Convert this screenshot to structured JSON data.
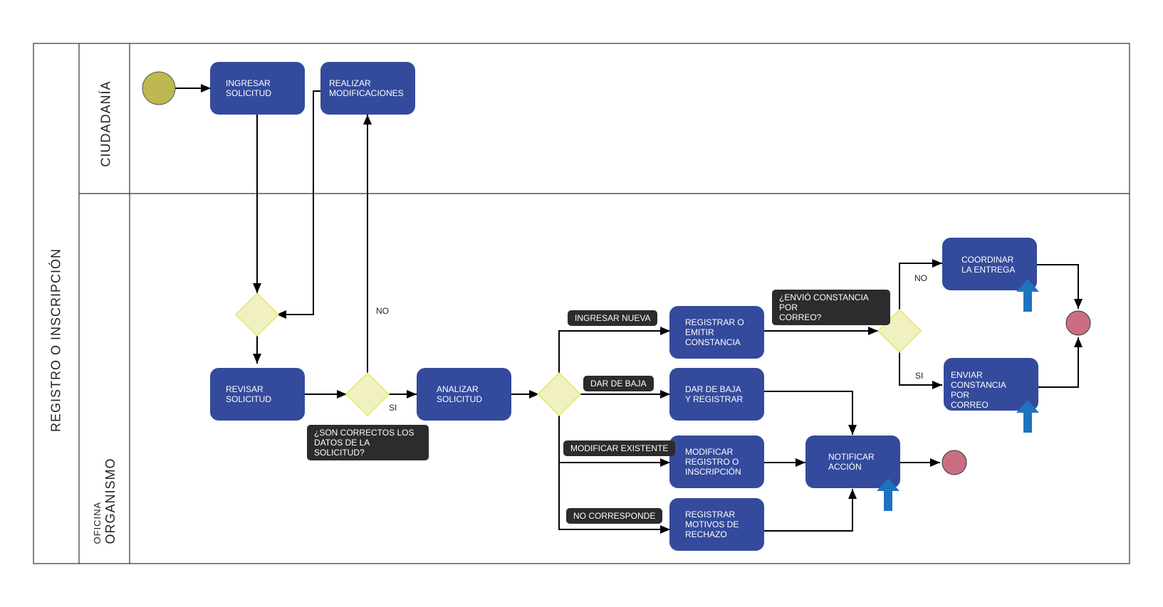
{
  "pool": {
    "title": "REGISTRO O INSCRIPCIÓN"
  },
  "lanes": {
    "ciudadania": {
      "title": "CIUDADANÍA"
    },
    "oficina": {
      "line1": "OFICINA",
      "line2": "ORGANISMO"
    }
  },
  "tasks": {
    "ingresar": "INGRESAR\nSOLICITUD",
    "realizar": "REALIZAR\nMODIFICACIONES",
    "revisar": "REVISAR\nSOLICITUD",
    "analizar": "ANALIZAR\nSOLICITUD",
    "registrar_emitir": "REGISTRAR O\nEMITIR\nCONSTANCIA",
    "dar_baja": "DAR DE BAJA\nY REGISTRAR",
    "modificar": "MODIFICAR\nREGISTRO O\nINSCRIPCIÓN",
    "registrar_motivos": "REGISTRAR\nMOTIVOS DE\nRECHAZO",
    "notificar": "NOTIFICAR\nACCIÓN",
    "coordinar": "COORDINAR\nLA ENTREGA",
    "enviar": "ENVIAR\nCONSTANCIA POR\nCORREO"
  },
  "tags": {
    "son_correctos": "¿SON CORRECTOS LOS\nDATOS DE LA SOLICITUD?",
    "envio_correo": "¿ENVIÓ CONSTANCIA POR\nCORREO?",
    "ingresar_nueva": "INGRESAR NUEVA",
    "dar_de_baja": "DAR DE BAJA",
    "modificar_existente": "MODIFICAR EXISTENTE",
    "no_corresponde": "NO CORRESPONDE"
  },
  "flow_labels": {
    "no_modif": "NO",
    "si_analizar": "SI",
    "no_coordinar": "NO",
    "si_enviar": "SI"
  },
  "colors": {
    "task": "#344a9c",
    "gateway_fill": "#f1f0c0",
    "gateway_stroke": "#e4e46a",
    "start_event": "#bdb84f",
    "end_event": "#cc6e82",
    "tag": "#2c2c2c",
    "up_arrow": "#1e73be"
  },
  "icons": {
    "start": "start-event-circle",
    "end": "end-event-circle",
    "gateway": "gateway-diamond",
    "marker": "up-arrow-icon"
  }
}
